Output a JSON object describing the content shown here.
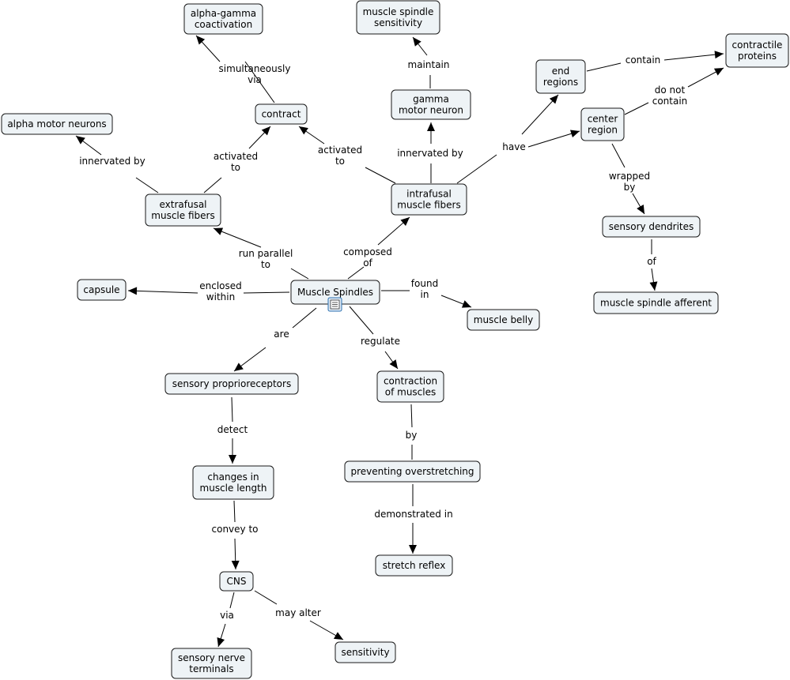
{
  "concepts": {
    "alpha_gamma": [
      "alpha-gamma",
      "coactivation"
    ],
    "spindle_sensitivity": [
      "muscle spindle",
      "sensitivity"
    ],
    "contractile_proteins": [
      "contractile",
      "proteins"
    ],
    "end_regions": [
      "end",
      "regions"
    ],
    "gamma_motor": [
      "gamma",
      "motor neuron"
    ],
    "contract": [
      "contract"
    ],
    "center_region": [
      "center",
      "region"
    ],
    "alpha_motor": [
      "alpha motor neurons"
    ],
    "intrafusal": [
      "intrafusal",
      "muscle fibers"
    ],
    "extrafusal": [
      "extrafusal",
      "muscle fibers"
    ],
    "sensory_dendrites": [
      "sensory dendrites"
    ],
    "muscle_spindles": [
      "Muscle Spindles"
    ],
    "capsule": [
      "capsule"
    ],
    "spindle_afferent": [
      "muscle spindle afferent"
    ],
    "muscle_belly": [
      "muscle belly"
    ],
    "proprioceptors": [
      "sensory proprioreceptors"
    ],
    "contraction": [
      "contraction",
      "of muscles"
    ],
    "length_changes": [
      "changes in",
      "muscle length"
    ],
    "overstretching": [
      "preventing overstretching"
    ],
    "stretch_reflex": [
      "stretch reflex"
    ],
    "cns": [
      "CNS"
    ],
    "nerve_terminals": [
      "sensory nerve",
      "terminals"
    ],
    "sensitivity": [
      "sensitivity"
    ]
  },
  "linking_phrases": {
    "simultaneously_via": [
      "simultaneously",
      "via"
    ],
    "maintain": [
      "maintain"
    ],
    "contain": [
      "contain"
    ],
    "do_not_contain": [
      "do not",
      "contain"
    ],
    "innervated_by_gamma": [
      "innervated by"
    ],
    "innervated_by_alpha": [
      "innervated by"
    ],
    "activated_to_extra": [
      "activated",
      "to"
    ],
    "activated_to_intra": [
      "activated",
      "to"
    ],
    "have": [
      "have"
    ],
    "wrapped_by": [
      "wrapped",
      "by"
    ],
    "run_parallel_to": [
      "run parallel",
      "to"
    ],
    "composed_of": [
      "composed",
      "of"
    ],
    "of": [
      "of"
    ],
    "enclosed_within": [
      "enclosed",
      "within"
    ],
    "found_in": [
      "found",
      "in"
    ],
    "are": [
      "are"
    ],
    "regulate": [
      "regulate"
    ],
    "detect": [
      "detect"
    ],
    "by": [
      "by"
    ],
    "demonstrated_in": [
      "demonstrated in"
    ],
    "convey_to": [
      "convey to"
    ],
    "via": [
      "via"
    ],
    "may_alter": [
      "may alter"
    ]
  },
  "icons": {
    "muscle_spindles_resource": "document-icon"
  },
  "colors": {
    "node_fill": "#eef3f6",
    "node_border": "#1a1a1a",
    "line": "#000000"
  }
}
